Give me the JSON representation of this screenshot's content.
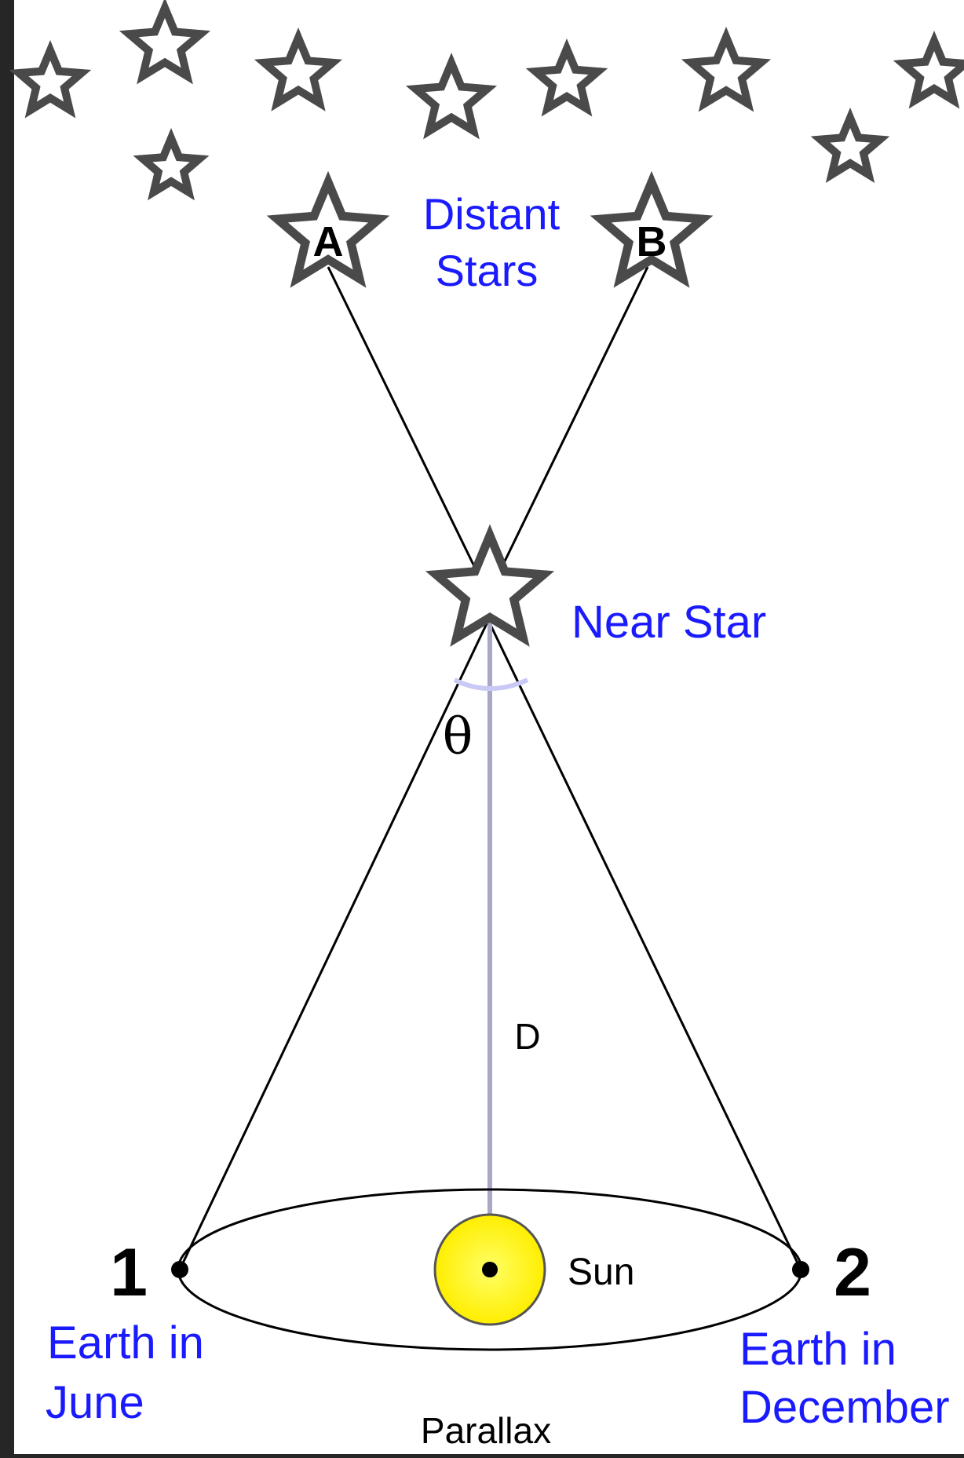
{
  "diagram": {
    "colors": {
      "background_frame": "#262626",
      "panel": "#ffffff",
      "label_blue": "#1a1aff",
      "star_outline": "#4a4a4a",
      "sight_line": "#000000",
      "distance_line": "#a7a7c7",
      "angle_arc": "#c9c9f5",
      "sun_fill": "#ffff33"
    },
    "labels": {
      "star_a": "A",
      "star_b": "B",
      "distant_stars_line1": "Distant",
      "distant_stars_line2": "Stars",
      "near_star": "Near Star",
      "angle": "θ",
      "distance": "D",
      "sun": "Sun",
      "position_1": "1",
      "position_2": "2",
      "earth_june_line1": "Earth in",
      "earth_june_line2": "June",
      "earth_december_line1": "Earth in",
      "earth_december_line2": "December",
      "caption": "Parallax"
    },
    "icons": {
      "background_star": "star-outline-icon",
      "labeled_star": "star-outline-icon",
      "near_star": "star-outline-icon",
      "sun": "sun-icon"
    }
  }
}
